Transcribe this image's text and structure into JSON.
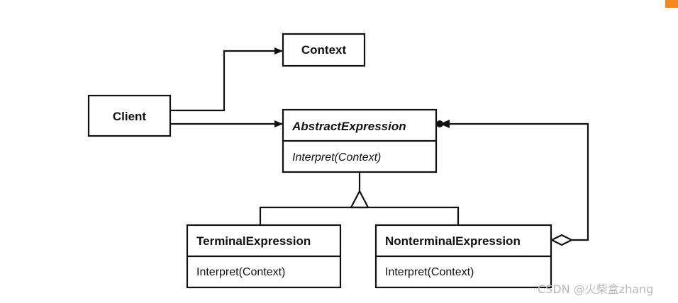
{
  "accent_color": "#f28a1a",
  "classes": {
    "context": {
      "name": "Context"
    },
    "client": {
      "name": "Client"
    },
    "abstract_expression": {
      "name": "AbstractExpression",
      "operation": "Interpret(Context)"
    },
    "terminal_expression": {
      "name": "TerminalExpression",
      "operation": "Interpret(Context)"
    },
    "nonterminal_expression": {
      "name": "NonterminalExpression",
      "operation": "Interpret(Context)"
    }
  },
  "relationships": [
    {
      "from": "Client",
      "to": "Context",
      "kind": "association"
    },
    {
      "from": "Client",
      "to": "AbstractExpression",
      "kind": "association"
    },
    {
      "from": "TerminalExpression",
      "to": "AbstractExpression",
      "kind": "inheritance"
    },
    {
      "from": "NonterminalExpression",
      "to": "AbstractExpression",
      "kind": "inheritance"
    },
    {
      "from": "NonterminalExpression",
      "to": "AbstractExpression",
      "kind": "aggregation"
    }
  ],
  "watermark": "CSDN @火柴盒zhang"
}
